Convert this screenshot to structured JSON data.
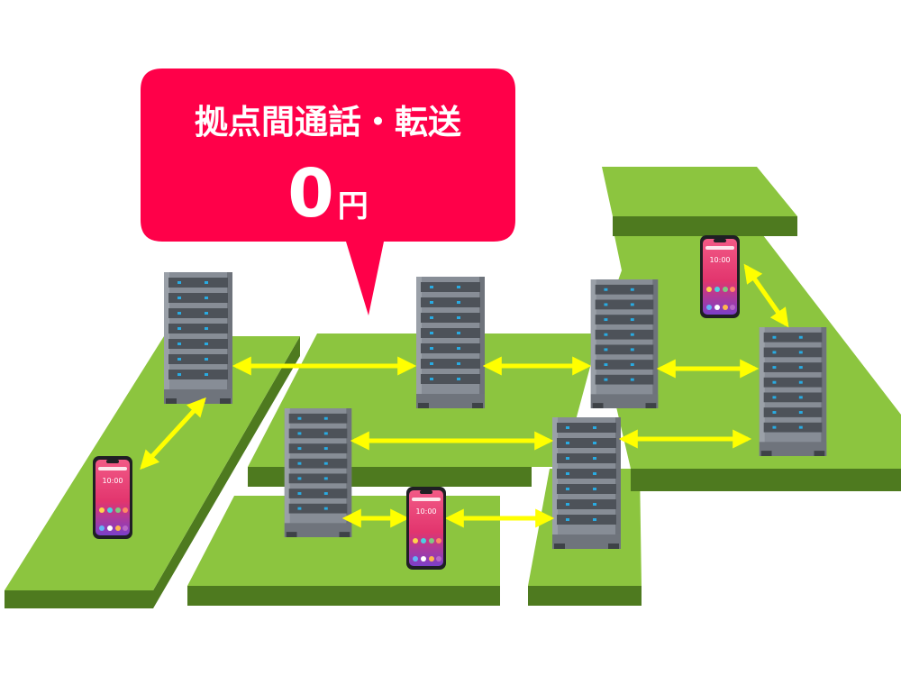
{
  "callout": {
    "line1": "拠点間通話・転送",
    "amount": "0",
    "unit": "円"
  },
  "phone": {
    "clock": "10:00"
  },
  "colors": {
    "callout_bg": "#ff0049",
    "platform_top": "#8cc53f",
    "platform_side": "#4e7a1f",
    "arrow": "#ffff00",
    "server_body": "#878d96",
    "phone_screen_top": "#f0508a",
    "phone_screen_bottom": "#7a3cc8"
  }
}
